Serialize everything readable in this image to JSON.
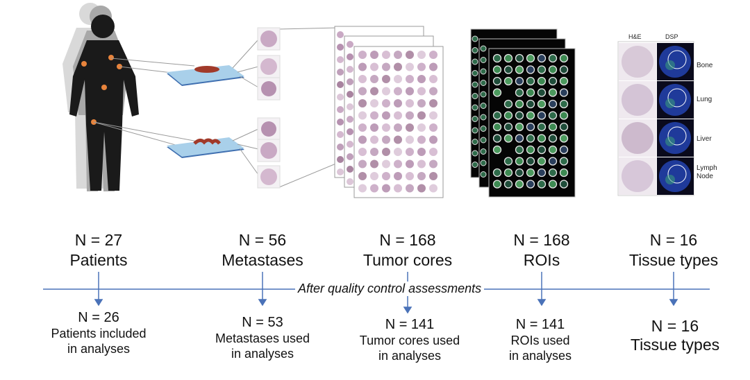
{
  "qc_label": "After quality control assessments",
  "stages": [
    {
      "id": "patients",
      "top_n": "N = 27",
      "top_label": "Patients",
      "bottom_n": "N = 26",
      "bottom_line1": "Patients included",
      "bottom_line2": "in analyses"
    },
    {
      "id": "metastases",
      "top_n": "N = 56",
      "top_label": "Metastases",
      "bottom_n": "N = 53",
      "bottom_line1": "Metastases used",
      "bottom_line2": "in analyses"
    },
    {
      "id": "cores",
      "top_n": "N = 168",
      "top_label": "Tumor cores",
      "bottom_n": "N = 141",
      "bottom_line1": "Tumor cores used",
      "bottom_line2": "in analyses"
    },
    {
      "id": "rois",
      "top_n": "N = 168",
      "top_label": "ROIs",
      "bottom_n": "N = 141",
      "bottom_line1": "ROIs used",
      "bottom_line2": "in analyses"
    },
    {
      "id": "tissues",
      "top_n": "N = 16",
      "top_label": "Tissue types",
      "bottom_n": "N = 16",
      "bottom_line1": "Tissue types",
      "bottom_line2": ""
    }
  ],
  "panel": {
    "he_label": "H&E",
    "dsp_label": "DSP",
    "tissues": [
      "Bone",
      "Lung",
      "Liver",
      "Lymph\nNode"
    ]
  },
  "colors": {
    "line_blue": "#4a72b8",
    "organ_orange": "#e8843c",
    "core_pink": "#c9a9c4",
    "dsp_blue": "#1f3a9a"
  }
}
